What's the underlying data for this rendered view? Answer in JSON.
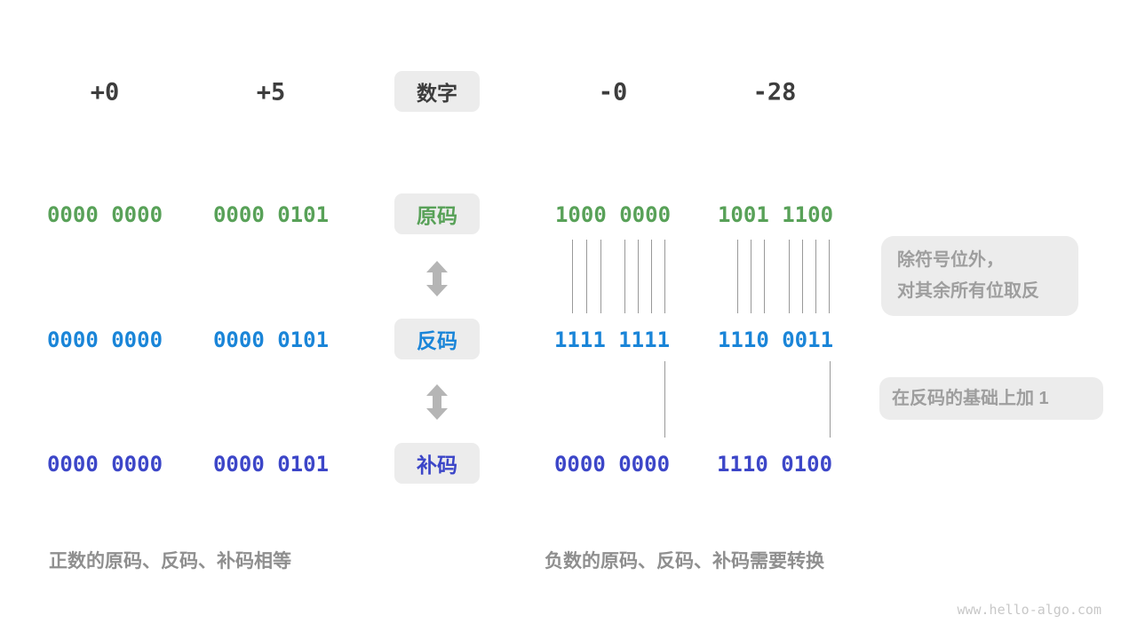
{
  "colors": {
    "header-text": "#3d3d3d",
    "box-bg": "#ececec",
    "green": "#58a158",
    "blue": "#1a85d8",
    "indigo": "#3c46c8",
    "gray-note": "#9e9e9e",
    "caption": "#8f8f8f",
    "arrow": "#b5b5b5",
    "line": "#999999",
    "watermark": "#c8c8c8"
  },
  "headers": {
    "col1": "+0",
    "col2": "+5",
    "center": "数字",
    "col4": "-0",
    "col5": "-28"
  },
  "rows": {
    "sign_magnitude": {
      "label": "原码",
      "values": [
        "0000 0000",
        "0000 0101",
        "1000 0000",
        "1001 1100"
      ]
    },
    "ones_complement": {
      "label": "反码",
      "values": [
        "0000 0000",
        "0000 0101",
        "1111 1111",
        "1110 0011"
      ]
    },
    "twos_complement": {
      "label": "补码",
      "values": [
        "0000 0000",
        "0000 0101",
        "0000 0000",
        "1110 0100"
      ]
    }
  },
  "annotations": {
    "flip_note_line1": "除符号位外，",
    "flip_note_line2": "对其余所有位取反",
    "add_note": "在反码的基础上加 1"
  },
  "captions": {
    "positive": "正数的原码、反码、补码相等",
    "negative": "负数的原码、反码、补码需要转换"
  },
  "watermark": "www.hello-algo.com"
}
